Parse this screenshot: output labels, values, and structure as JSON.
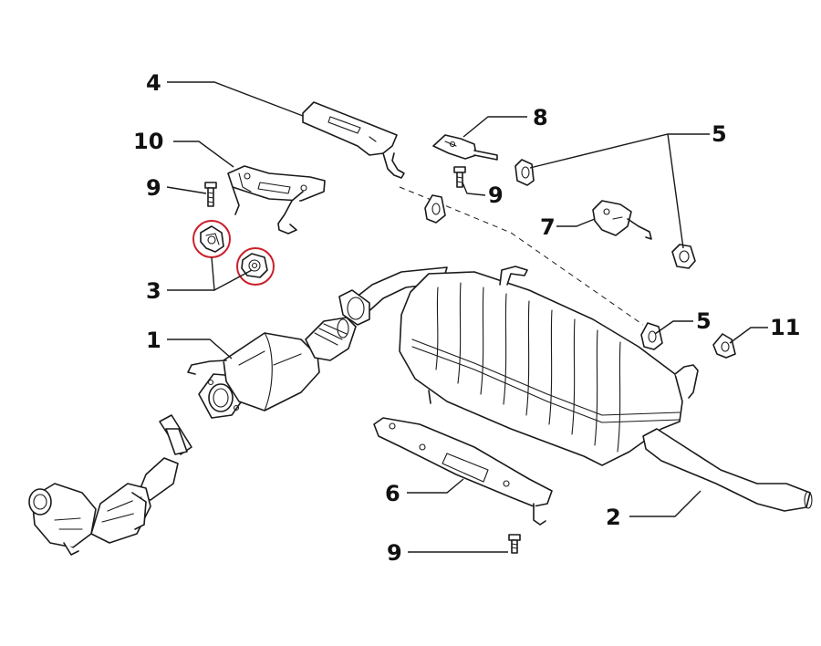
{
  "diagram": {
    "callouts": [
      {
        "id": "c4",
        "label": "4"
      },
      {
        "id": "c10",
        "label": "10"
      },
      {
        "id": "c9a",
        "label": "9"
      },
      {
        "id": "c3",
        "label": "3"
      },
      {
        "id": "c1",
        "label": "1"
      },
      {
        "id": "c8",
        "label": "8"
      },
      {
        "id": "c9b",
        "label": "9"
      },
      {
        "id": "c5a",
        "label": "5"
      },
      {
        "id": "c7",
        "label": "7"
      },
      {
        "id": "c5b",
        "label": "5"
      },
      {
        "id": "c11",
        "label": "11"
      },
      {
        "id": "c6",
        "label": "6"
      },
      {
        "id": "c2",
        "label": "2"
      },
      {
        "id": "c9c",
        "label": "9"
      }
    ],
    "highlight_color": "#cc1f2a",
    "line_color": "#1a1a1a"
  }
}
